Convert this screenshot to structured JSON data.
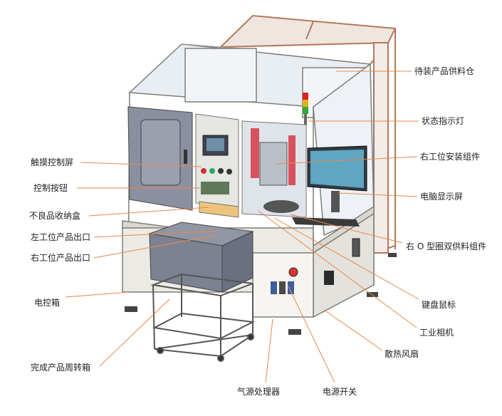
{
  "labels": {
    "feed_bin": "待装产品供料仓",
    "status_light": "状态指示灯",
    "touch_screen": "触摸控制屏",
    "right_station_assembly": "右工位安装组件",
    "control_buttons": "控制按钮",
    "pc_monitor": "电脑显示屏",
    "reject_box": "不良品收纳盒",
    "left_station_outlet": "左工位产品出口",
    "right_o_ring_feeder": "右 O 型圈双供料组件",
    "right_station_outlet": "右工位产品出口",
    "keyboard_mouse": "键盘鼠标",
    "control_cabinet": "电控箱",
    "industrial_camera": "工业相机",
    "cooling_fan": "散热风扇",
    "finished_tote": "完成产品周转箱",
    "air_processor": "气源处理器",
    "power_switch": "电源开关"
  },
  "colors": {
    "leader_line": "#e8894a",
    "frame": "#d8d6cf",
    "frame_edge": "#8a8a85",
    "glass": "#eef3f8",
    "feed_bin_frame": "#c98a6a",
    "cabinet": "#6f7482",
    "monitor": "#5fa7c2"
  }
}
